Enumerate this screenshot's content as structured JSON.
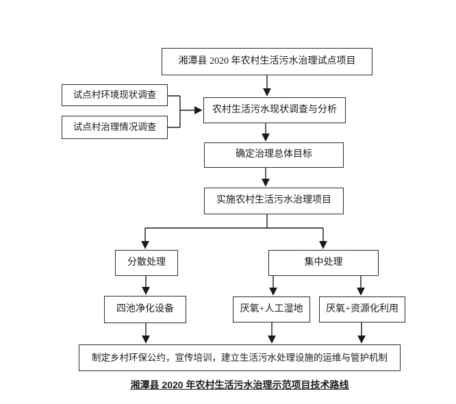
{
  "page": {
    "background": "#ffffff",
    "line_color": "#1a1a1a",
    "border_color": "#2b2b2b"
  },
  "nodes": {
    "pilot_project": "湘潭县 2020 年农村生活污水治理试点项目",
    "env_survey": "试点村环境现状调查",
    "treatment_survey": "试点村治理情况调查",
    "analysis": "农村生活污水现状调查与分析",
    "goal": "确定治理总体目标",
    "implement": "实施农村生活污水治理项目",
    "dispersed": "分散处理",
    "centralized": "集中处理",
    "four_pool": "四池净化设备",
    "wetland": "厌氧+人工湿地",
    "resource": "厌氧+资源化利用",
    "final": "制定乡村环保公约，宣传培训，建立生活污水处理设施的运维与管护机制"
  },
  "caption": "湘潭县 2020 年农村生活污水治理示范项目技术路线"
}
